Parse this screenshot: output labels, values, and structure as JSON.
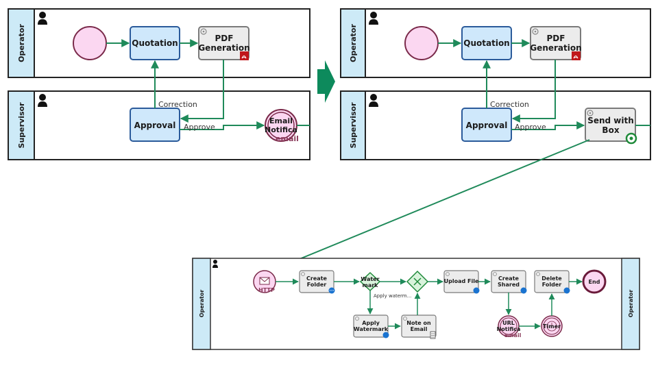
{
  "colors": {
    "lane_header": "#cdeaf7",
    "task_blue_fill": "#cfe8fb",
    "task_blue_stroke": "#2a5a9a",
    "task_grey_fill": "#ececec",
    "task_grey_stroke": "#7a7a7a",
    "flow": "#1f8a5a",
    "event_pink_fill": "#fbd7f1",
    "event_stroke": "#7a2a4a",
    "arrow_fill": "#0d8a5c",
    "badge_blue": "#1a73d0"
  },
  "left_diagram": {
    "lanes": [
      "Operator",
      "Supervisor"
    ],
    "tasks": {
      "quotation": "Quotation",
      "pdf_line1": "PDF",
      "pdf_line2": "Generation",
      "approval": "Approval"
    },
    "flows": {
      "correction": "Correction",
      "approve": "Approve"
    },
    "email_event": {
      "line1": "Email",
      "line2": "Notifica",
      "sub": "email"
    }
  },
  "right_diagram": {
    "lanes": [
      "Operator",
      "Supervisor"
    ],
    "tasks": {
      "quotation": "Quotation",
      "pdf_line1": "PDF",
      "pdf_line2": "Generation",
      "approval": "Approval",
      "send_line1": "Send with",
      "send_line2": "Box"
    },
    "flows": {
      "correction": "Correction",
      "approve": "Approve"
    }
  },
  "sub_diagram": {
    "lanes": [
      "Operator",
      "Operator"
    ],
    "start_event_label": "HTTP",
    "end_event_label": "End",
    "tasks": {
      "create_folder_1": "Create",
      "create_folder_2": "Folder",
      "gateway_1": "Water",
      "gateway_2": "mark",
      "apply_watermark_1": "Apply",
      "apply_watermark_2": "Watermark",
      "note_on_email_1": "Note on",
      "note_on_email_2": "Email",
      "upload_file": "Upload File",
      "create_shared_1": "Create",
      "create_shared_2": "Shared",
      "delete_folder_1": "Delete",
      "delete_folder_2": "Folder",
      "url_event_1": "URL",
      "url_event_2": "Notifica",
      "url_event_3": "email",
      "timer": "Timer"
    },
    "flows": {
      "apply_watermark_flow": "Apply waterm..."
    },
    "badge_text": "•••"
  }
}
